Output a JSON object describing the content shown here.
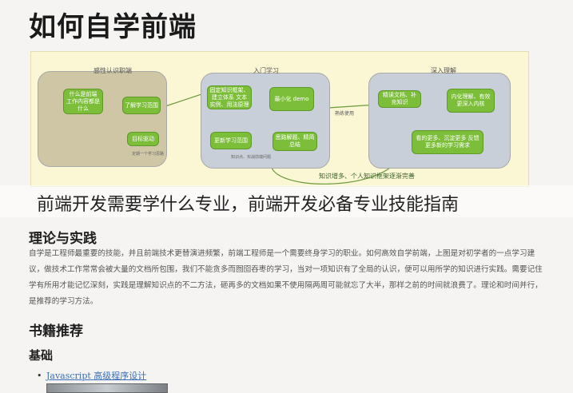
{
  "page": {
    "title": "如何自学前端",
    "overlay_caption": "前端开发需要学什么专业，前端开发必备专业技能指南"
  },
  "diagram": {
    "groups": [
      {
        "title": "感性认识职端"
      },
      {
        "title": "入门学习"
      },
      {
        "title": "深入理解"
      }
    ],
    "nodes": {
      "g1_a": "什么是前端 工作内容都是什么",
      "g1_b": "了解学习范围",
      "g1_c": "目标驱动",
      "g2_a": "固定知识框架、建立体系 文本实例、用法原理",
      "g2_b": "最小化 demo",
      "g2_c": "更新学习范围",
      "g2_d": "思路解题、精简总结",
      "g3_a": "精读文档、补充知识",
      "g3_b": "内化理解、有效更深入内核",
      "g3_c": "看的更多、沉淀更多 反馈更多新的学习需求"
    },
    "notes": {
      "g1_note": "定期一个学习思路",
      "g2_note": "知识点、实战前端问题"
    },
    "edge_labels": {
      "mid": "熟练使用",
      "bottom": "知识增多、个人知识框架逐渐完善"
    }
  },
  "section1": {
    "title": "理论与实践",
    "body": "自学是工程师最重要的技能，并且前端技术更替演进频繁，前端工程师是一个需要终身学习的职业。如何高效自学前端，上图是对初学者的一点学习建议，做技术工作常常会被大量的文档所包围，我们不能贪多而囫囵吞枣的学习，当对一项知识有了全局的认识，便可以用所学的知识进行实践。需要记住学有所用才能记忆深刻，实践是理解知识点的不二方法，砸再多的文档如果不使用隔两周可能就忘了大半，那样之前的时间就浪费了。理论和时间并行，是推荐的学习方法。"
  },
  "section2": {
    "title": "书籍推荐",
    "subtitle": "基础",
    "books": [
      {
        "name": "Javascript",
        "suffix": "高级程序设计"
      }
    ]
  },
  "colors": {
    "node_green": "#7cbd3a",
    "diagram_bg": "#fbf7d5",
    "link_blue": "#3b6fb6"
  }
}
